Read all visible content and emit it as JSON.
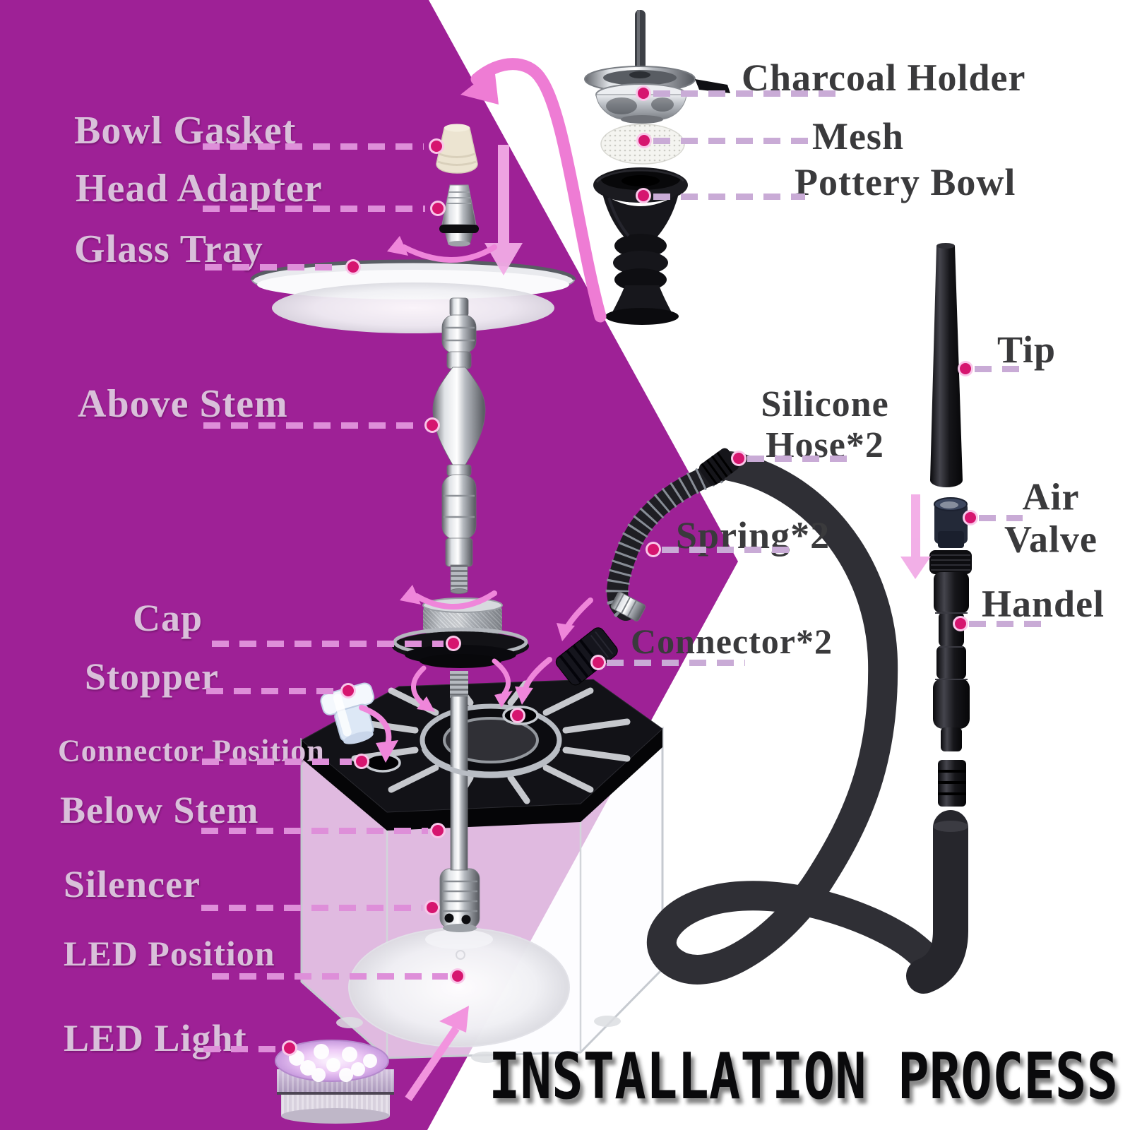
{
  "title": {
    "text": "INSTALLATION PROCESS"
  },
  "labels": {
    "left": [
      {
        "text": "Bowl Gasket"
      },
      {
        "text": "Head Adapter"
      },
      {
        "text": "Glass Tray"
      },
      {
        "text": "Above Stem"
      },
      {
        "text": "Cap"
      },
      {
        "text": "Stopper"
      },
      {
        "text": "Connector Position"
      },
      {
        "text": "Below Stem"
      },
      {
        "text": "Silencer"
      },
      {
        "text": "LED Position"
      },
      {
        "text": "LED Light"
      }
    ],
    "right": [
      {
        "lines": [
          "Charcoal Holder"
        ]
      },
      {
        "lines": [
          "Mesh"
        ]
      },
      {
        "lines": [
          "Pottery Bowl"
        ]
      },
      {
        "lines": [
          "Tip"
        ]
      },
      {
        "lines": [
          "Air",
          "Valve"
        ]
      },
      {
        "lines": [
          "Handel"
        ]
      },
      {
        "lines": [
          "Silicone",
          "Hose*2"
        ]
      },
      {
        "lines": [
          "Spring*2"
        ]
      },
      {
        "lines": [
          "Connector*2"
        ]
      }
    ]
  },
  "parts": [
    "charcoal-holder",
    "mesh",
    "pottery-bowl",
    "bowl-gasket",
    "head-adapter",
    "glass-tray",
    "above-stem",
    "cap",
    "stopper",
    "connector",
    "below-stem",
    "hex-plate",
    "acrylic-box",
    "silencer",
    "led-light",
    "silicone-hose",
    "spring-hose",
    "tip",
    "air-valve",
    "handle",
    "hose-grip"
  ],
  "colors": {
    "purple_bg": "#9e2196",
    "label_left_text": "#d9c0da",
    "label_right_text": "#3a3a3c",
    "dash_left": "#de8fd9",
    "dash_right": "#c9abd6",
    "leader_dot": "#d6156f",
    "arrow_pink": "#ee7cd4",
    "arrow_pale_pink": "#f2abe6",
    "title_text": "#0a0a0c"
  }
}
